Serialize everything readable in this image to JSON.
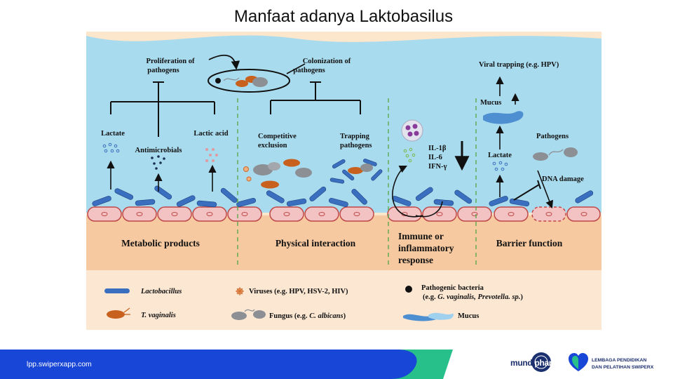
{
  "title": "Manfaat adanya Laktobasilus",
  "labels": {
    "proliferation_1": "Proliferation of",
    "proliferation_2": "pathogens",
    "colonization_1": "Colonization of",
    "colonization_2": "pathogens",
    "lactate_left": "Lactate",
    "antimicrobials": "Antimicrobials",
    "lactic_acid": "Lactic acid",
    "competitive_1": "Competitive",
    "competitive_2": "exclusion",
    "trapping_1": "Trapping",
    "trapping_2": "pathogens",
    "il1b": "IL-1β",
    "il6": "IL-6",
    "ifng": "IFN-γ",
    "viral_trapping": "Viral trapping (e.g. HPV)",
    "mucus": "Mucus",
    "lactate_right": "Lactate",
    "pathogens_right": "Pathogens",
    "dna_damage": "DNA damage"
  },
  "sections": {
    "metabolic": "Metabolic products",
    "physical": "Physical interaction",
    "immune_1": "Immune or",
    "immune_2": "inflammatory",
    "immune_3": "response",
    "barrier": "Barrier function"
  },
  "legend": {
    "lactobacillus": "Lactobacillus",
    "t_vaginalis": "T. vaginalis",
    "viruses": "Viruses (e.g. HPV, HSV-2, HIV)",
    "fungus_pre": "Fungus (e.g. ",
    "fungus_it": "C. albicans",
    "fungus_post": ")",
    "bacteria_1": "Pathogenic bacteria",
    "bacteria_2_pre": "(e.g. ",
    "bacteria_2_it": "G. vaginalis, Prevotella. sp.",
    "bacteria_2_post": ")",
    "mucus": "Mucus"
  },
  "footer": {
    "url": "lpp.swiperxapp.com",
    "logo_mundi": "mundi",
    "logo_pharma": "pharma",
    "logo_lpp_1": "LEMBAGA PENDIDIKAN",
    "logo_lpp_2": "DAN PELATIHAN SWIPERX"
  },
  "colors": {
    "fluid": "#a9dbee",
    "tissue": "#f7c9a0",
    "cell": "#f3c2c2",
    "bacillus": "#3a6fbf",
    "trichomonas": "#c8601e",
    "fungus": "#8c8f94",
    "footer_blue": "#1846d6",
    "footer_green": "#27c08a"
  }
}
